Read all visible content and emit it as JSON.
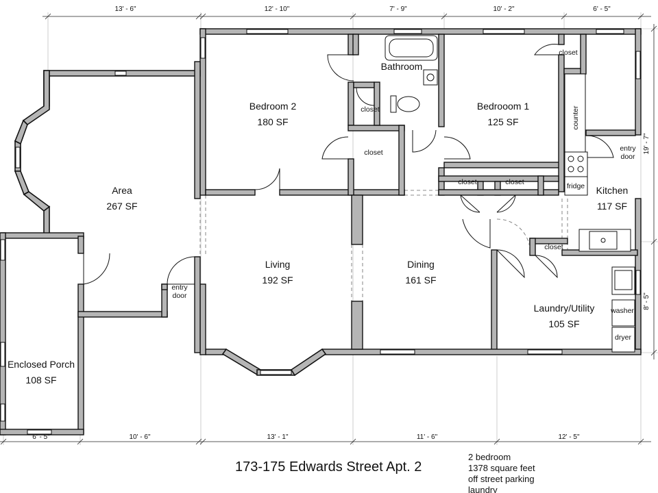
{
  "title": "173-175 Edwards Street Apt. 2",
  "info_lines": [
    "2 bedroom",
    "1378 square feet",
    "off street parking",
    "laundry"
  ],
  "rooms": {
    "area": {
      "name": "Area",
      "sf": "267 SF"
    },
    "bedroom2": {
      "name": "Bedroom 2",
      "sf": "180 SF"
    },
    "bathroom": {
      "name": "Bathroom"
    },
    "bedroom1": {
      "name": "Bedrooom 1",
      "sf": "125 SF"
    },
    "kitchen": {
      "name": "Kitchen",
      "sf": "117 SF"
    },
    "living": {
      "name": "Living",
      "sf": "192 SF"
    },
    "dining": {
      "name": "Dining",
      "sf": "161 SF"
    },
    "laundry": {
      "name": "Laundry/Utility",
      "sf": "105 SF"
    },
    "porch": {
      "name": "Enclosed Porch",
      "sf": "108 SF"
    }
  },
  "small_labels": {
    "closet": "closet",
    "counter": "counter",
    "fridge": "fridge",
    "entry": "entry",
    "door": "door",
    "washer": "washer",
    "dryer": "dryer"
  },
  "dimensions": {
    "top": [
      "13' - 6\"",
      "12' - 10\"",
      "7' - 9\"",
      "10' - 2\"",
      "6' - 5\""
    ],
    "bottom": [
      "6' - 5\"",
      "10' - 6\"",
      "13' - 1\"",
      "11' - 6\"",
      "12' - 5\""
    ],
    "right": [
      "19' - 7\"",
      "8' - 5\""
    ]
  }
}
